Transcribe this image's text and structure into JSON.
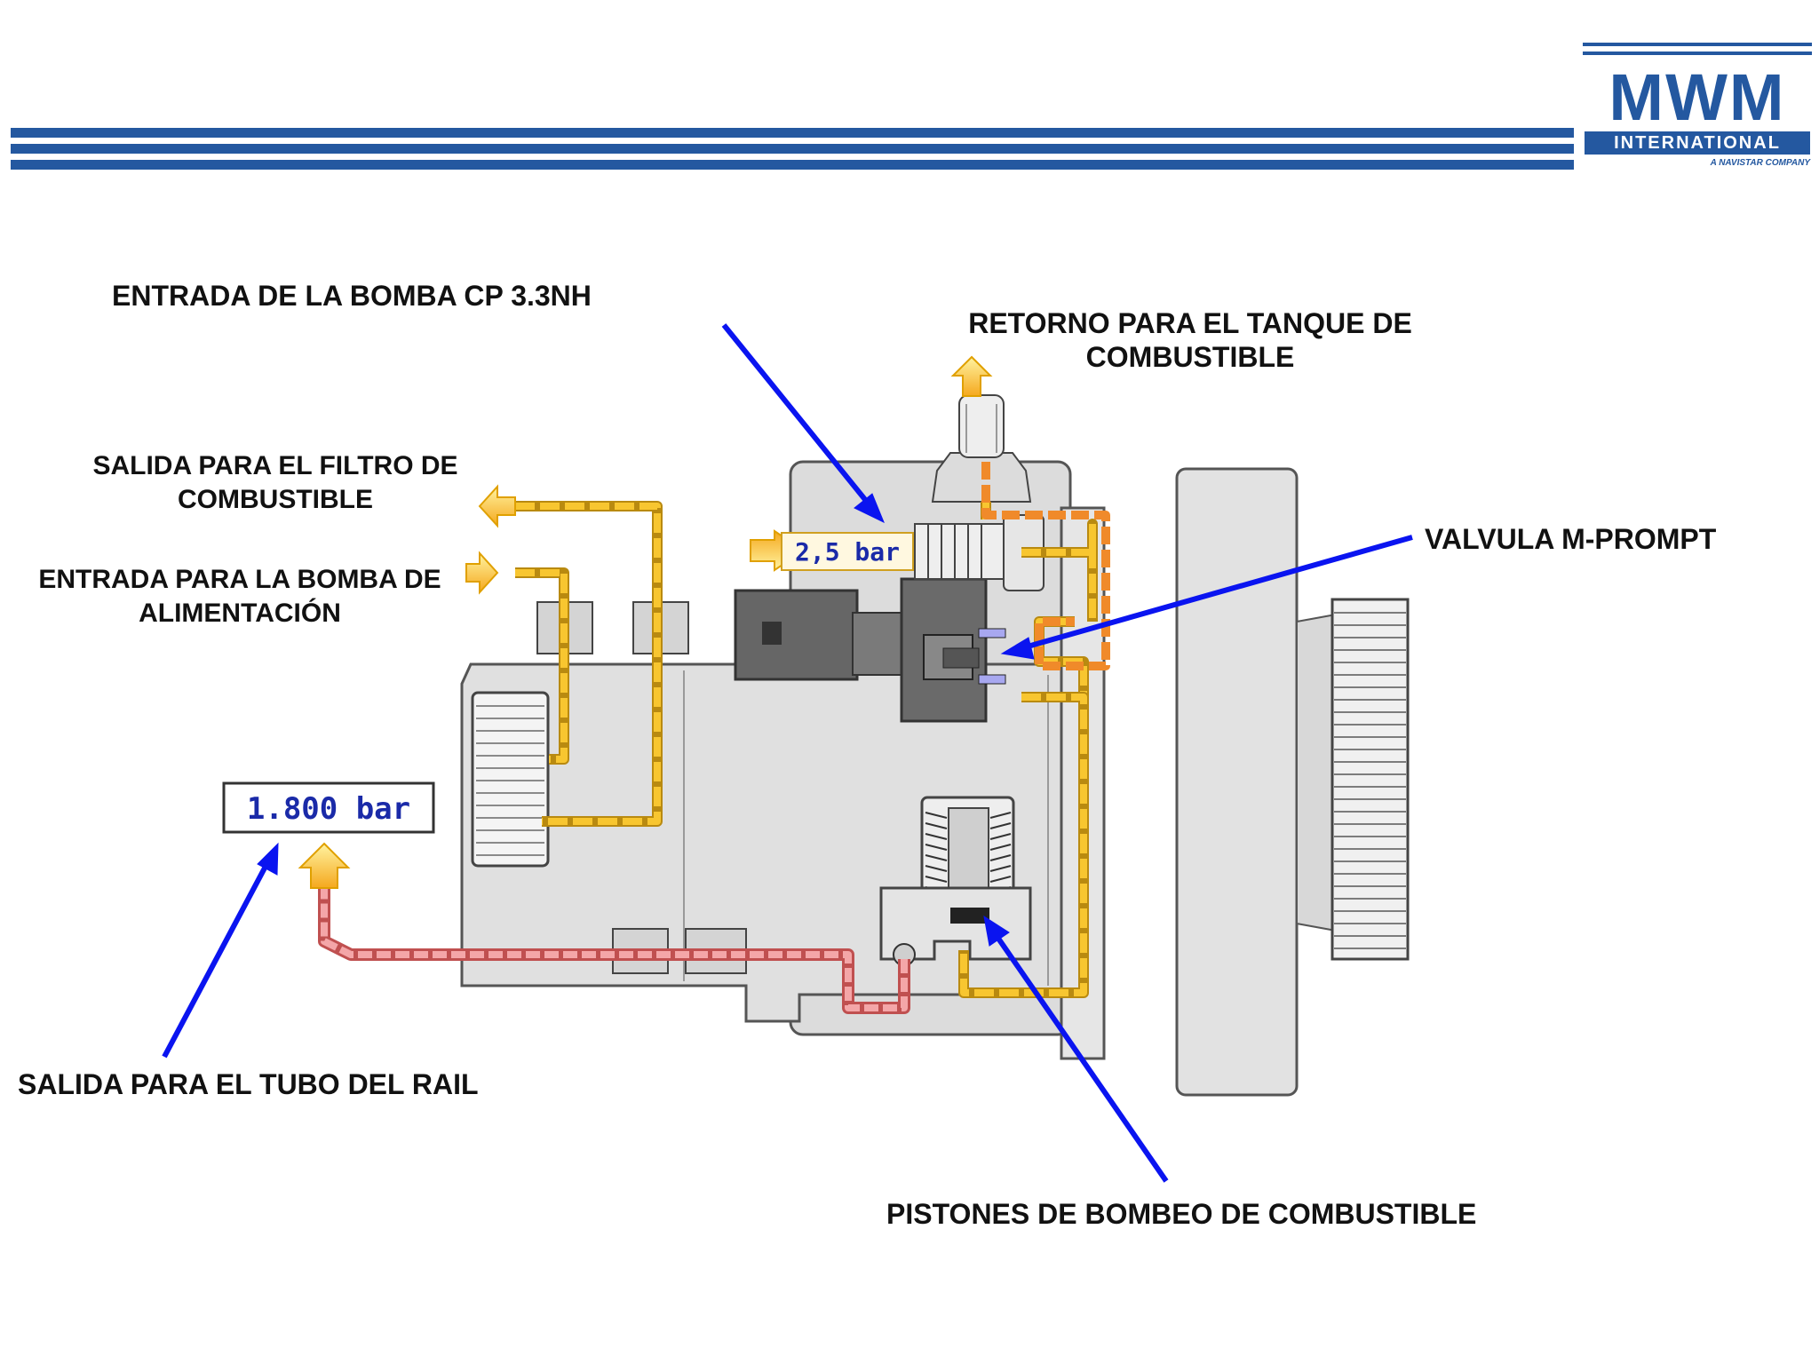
{
  "logo": {
    "name": "MWM",
    "subtitle": "INTERNATIONAL",
    "tagline": "A NAVISTAR COMPANY"
  },
  "labels": {
    "inlet": "ENTRADA DE LA BOMBA CP 3.3NH",
    "return": "RETORNO PARA EL TANQUE DE\nCOMBUSTIBLE",
    "filter_outlet": "SALIDA PARA EL FILTRO DE\nCOMBUSTIBLE",
    "feed_inlet": "ENTRADA PARA LA BOMBA DE\nALIMENTACIÓN",
    "mprop": "VALVULA M-PROMPT",
    "rail_outlet": "SALIDA PARA EL TUBO DEL RAIL",
    "pistons": "PISTONES DE BOMBEO DE COMBUSTIBLE"
  },
  "readouts": {
    "low_pressure": "2,5 bar",
    "high_pressure": "1.800 bar"
  },
  "colors": {
    "brand_blue": "#2458a0",
    "pointer_blue": "#0a14f0",
    "low_pressure_line": "#f5b82a",
    "return_line": "#f08a2a",
    "high_pressure_line": "#e8868a",
    "pump_body": "#e0e0e0"
  }
}
